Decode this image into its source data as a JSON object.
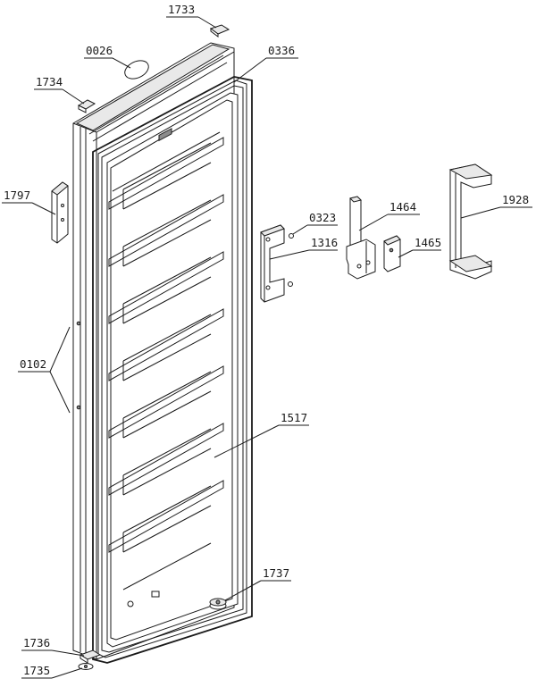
{
  "labels": {
    "p1733": "1733",
    "p0026": "0026",
    "p0336": "0336",
    "p1734": "1734",
    "p1797": "1797",
    "p0323": "0323",
    "p1464": "1464",
    "p1928": "1928",
    "p1316": "1316",
    "p1465": "1465",
    "p0102": "0102",
    "p1517": "1517",
    "p1737": "1737",
    "p1736": "1736",
    "p1735": "1735"
  }
}
